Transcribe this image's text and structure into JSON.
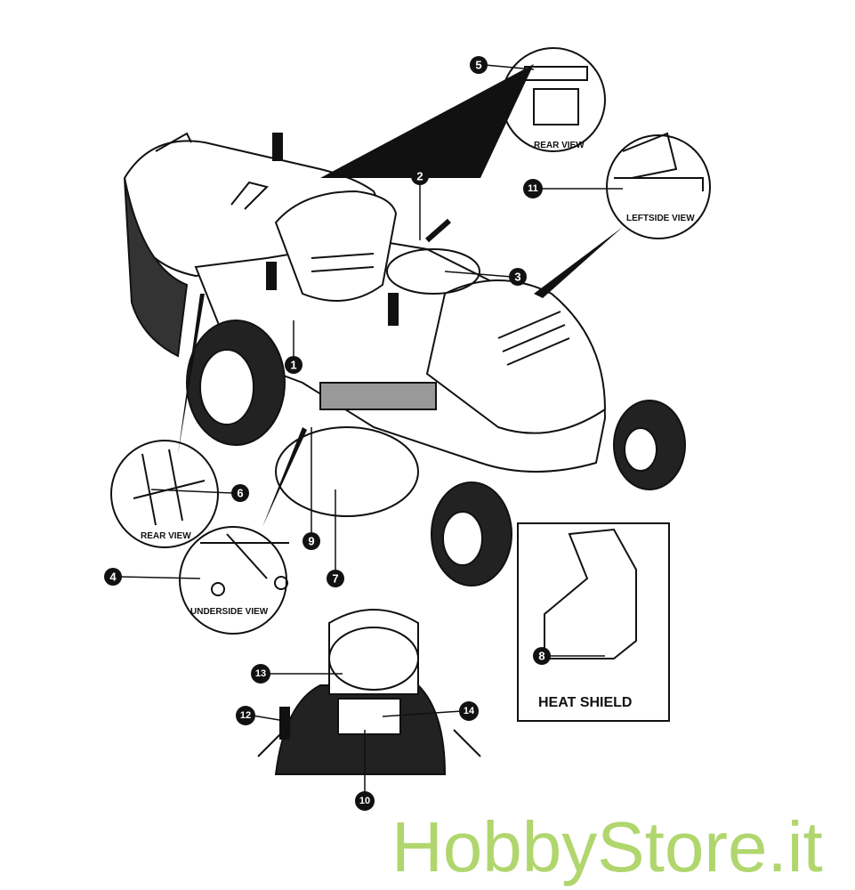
{
  "labels": {
    "rear_view_top": "REAR VIEW",
    "leftside_view": "LEFTSIDE VIEW",
    "rear_view_left": "REAR VIEW",
    "underside_view": "UNDERSIDE VIEW",
    "heat_shield": "HEAT SHIELD"
  },
  "callouts": [
    "1",
    "2",
    "3",
    "4",
    "5",
    "6",
    "7",
    "8",
    "9",
    "10",
    "11",
    "12",
    "13",
    "14"
  ],
  "watermark": "HobbyStore.it"
}
